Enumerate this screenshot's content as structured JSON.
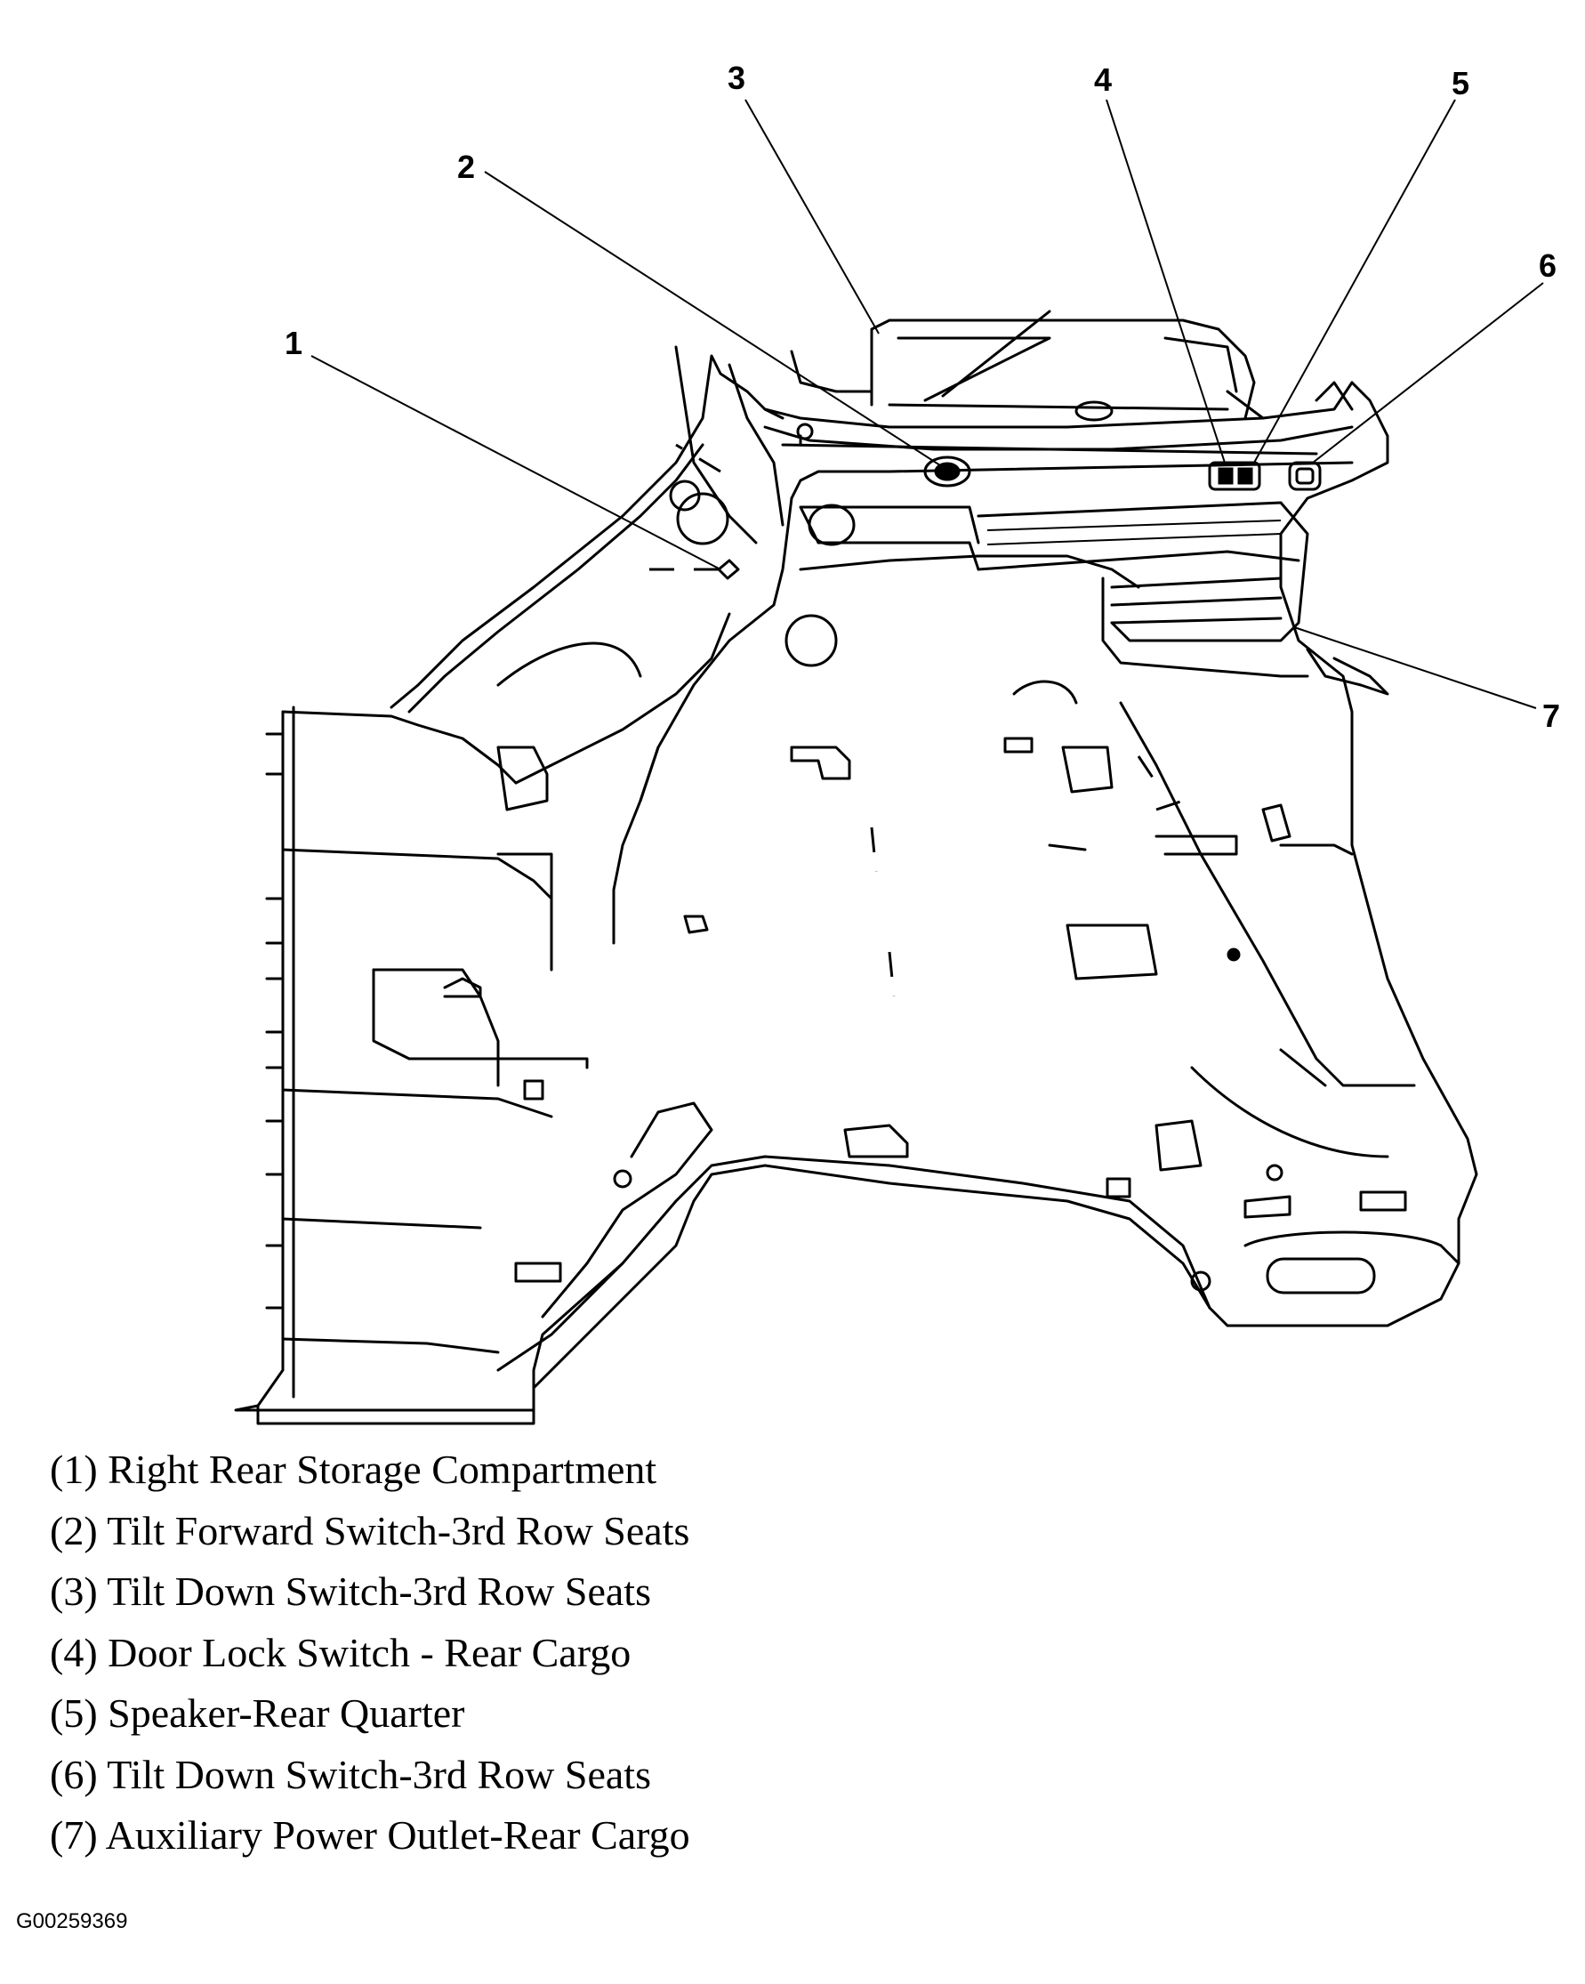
{
  "diagram": {
    "callouts": [
      {
        "id": 1,
        "label": "1"
      },
      {
        "id": 2,
        "label": "2"
      },
      {
        "id": 3,
        "label": "3"
      },
      {
        "id": 4,
        "label": "4"
      },
      {
        "id": 5,
        "label": "5"
      },
      {
        "id": 6,
        "label": "6"
      },
      {
        "id": 7,
        "label": "7"
      }
    ]
  },
  "legend": [
    "(1) Right Rear Storage Compartment",
    "(2) Tilt Forward Switch-3rd Row Seats",
    "(3) Tilt Down Switch-3rd Row Seats",
    "(4) Door Lock Switch - Rear Cargo",
    "(5) Speaker-Rear Quarter",
    "(6) Tilt Down Switch-3rd Row Seats",
    "(7) Auxiliary Power Outlet-Rear Cargo"
  ],
  "figure_id": "G00259369"
}
